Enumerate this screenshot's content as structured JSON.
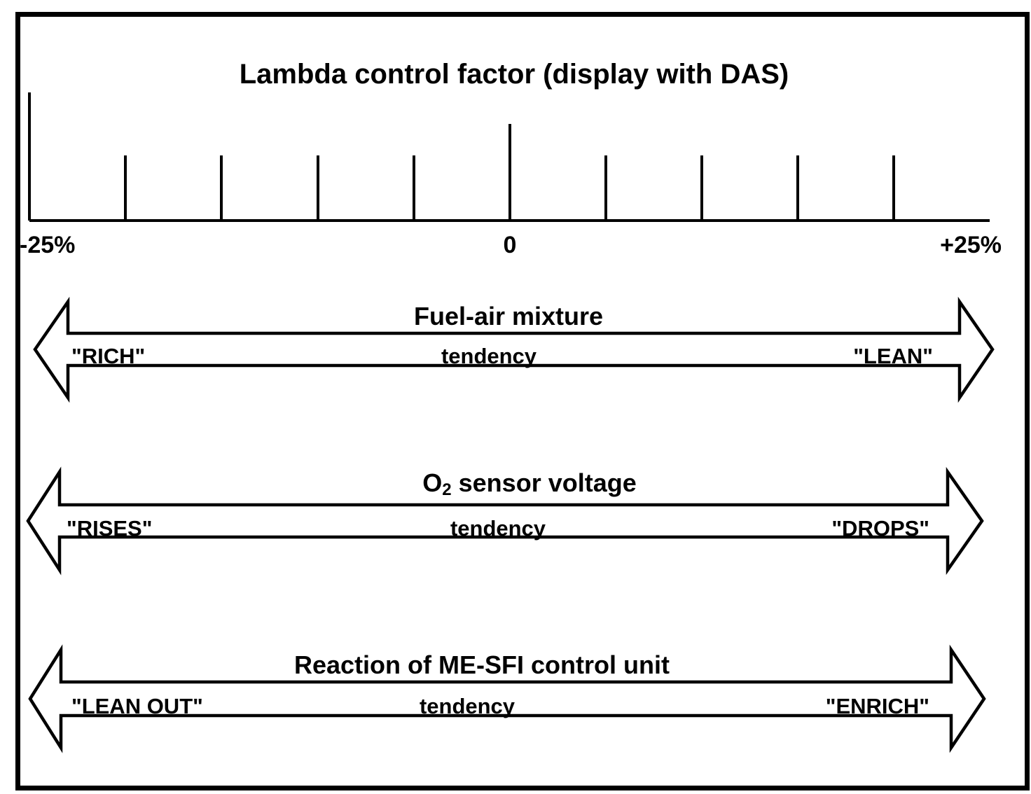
{
  "colors": {
    "ink": "#000000",
    "background": "#ffffff"
  },
  "scale": {
    "title": "Lambda control factor (display with DAS)",
    "left_label": "-25%",
    "center_label": "0",
    "right_label": "+25%"
  },
  "arrows": [
    {
      "title": "Fuel-air mixture",
      "left_label": "\"RICH\"",
      "center_label": "tendency",
      "right_label": "\"LEAN\""
    },
    {
      "title_pre": "O",
      "title_sub": "2",
      "title_post": " sensor voltage",
      "left_label": "\"RISES\"",
      "center_label": "tendency",
      "right_label": "\"DROPS\""
    },
    {
      "title": "Reaction of ME-SFI control unit",
      "left_label": "\"LEAN OUT\"",
      "center_label": "tendency",
      "right_label": "\"ENRICH\""
    }
  ]
}
